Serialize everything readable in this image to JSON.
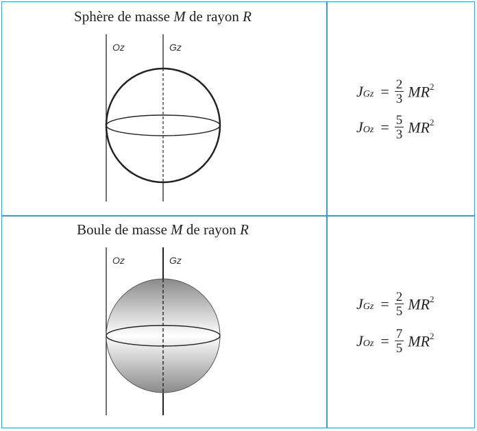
{
  "rows": [
    {
      "caption_pre": "Sphère de masse ",
      "caption_M": "M",
      "caption_mid": " de rayon ",
      "caption_R": "R",
      "axis_left": "Oz",
      "axis_right": "Gz",
      "formulas": [
        {
          "J": "J",
          "sub": "Gz",
          "num": "2",
          "den": "3",
          "mr": "MR",
          "exp": "2"
        },
        {
          "J": "J",
          "sub": "Oz",
          "num": "5",
          "den": "3",
          "mr": "MR",
          "exp": "2"
        }
      ]
    },
    {
      "caption_pre": "Boule de masse ",
      "caption_M": "M",
      "caption_mid": " de rayon ",
      "caption_R": "R",
      "axis_left": "Oz",
      "axis_right": "Gz",
      "formulas": [
        {
          "J": "J",
          "sub": "Gz",
          "num": "2",
          "den": "5",
          "mr": "MR",
          "exp": "2"
        },
        {
          "J": "J",
          "sub": "Oz",
          "num": "7",
          "den": "5",
          "mr": "MR",
          "exp": "2"
        }
      ]
    }
  ]
}
